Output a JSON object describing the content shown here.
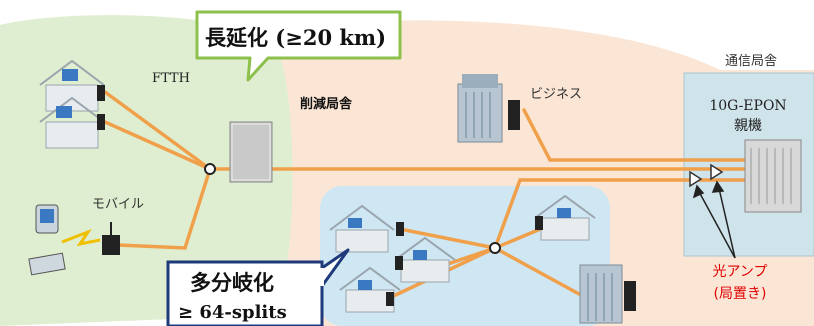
{
  "callouts": {
    "long_reach": "長延化 (≥20 km)",
    "split_line1": "多分岐化",
    "split_line2": "≥ 64-splits"
  },
  "labels": {
    "ftth": "FTTH",
    "mobile": "モバイル",
    "reduced_office": "削減局舎",
    "business": "ビジネス",
    "central_office": "通信局舎",
    "olt_line1": "10G-EPON",
    "olt_line2": "親機",
    "amp_line1": "光アンプ",
    "amp_line2": "(局置き)"
  },
  "colors": {
    "fiber": "#f0a04a",
    "green_zone": "#dfeed0",
    "peach_zone": "#fbe6d6",
    "blue_zone": "#cfe6f3",
    "office_zone": "#cfe3ea",
    "green_border": "#8cc04b",
    "navy_border": "#1f3a7a",
    "amp_text": "#e00000"
  }
}
